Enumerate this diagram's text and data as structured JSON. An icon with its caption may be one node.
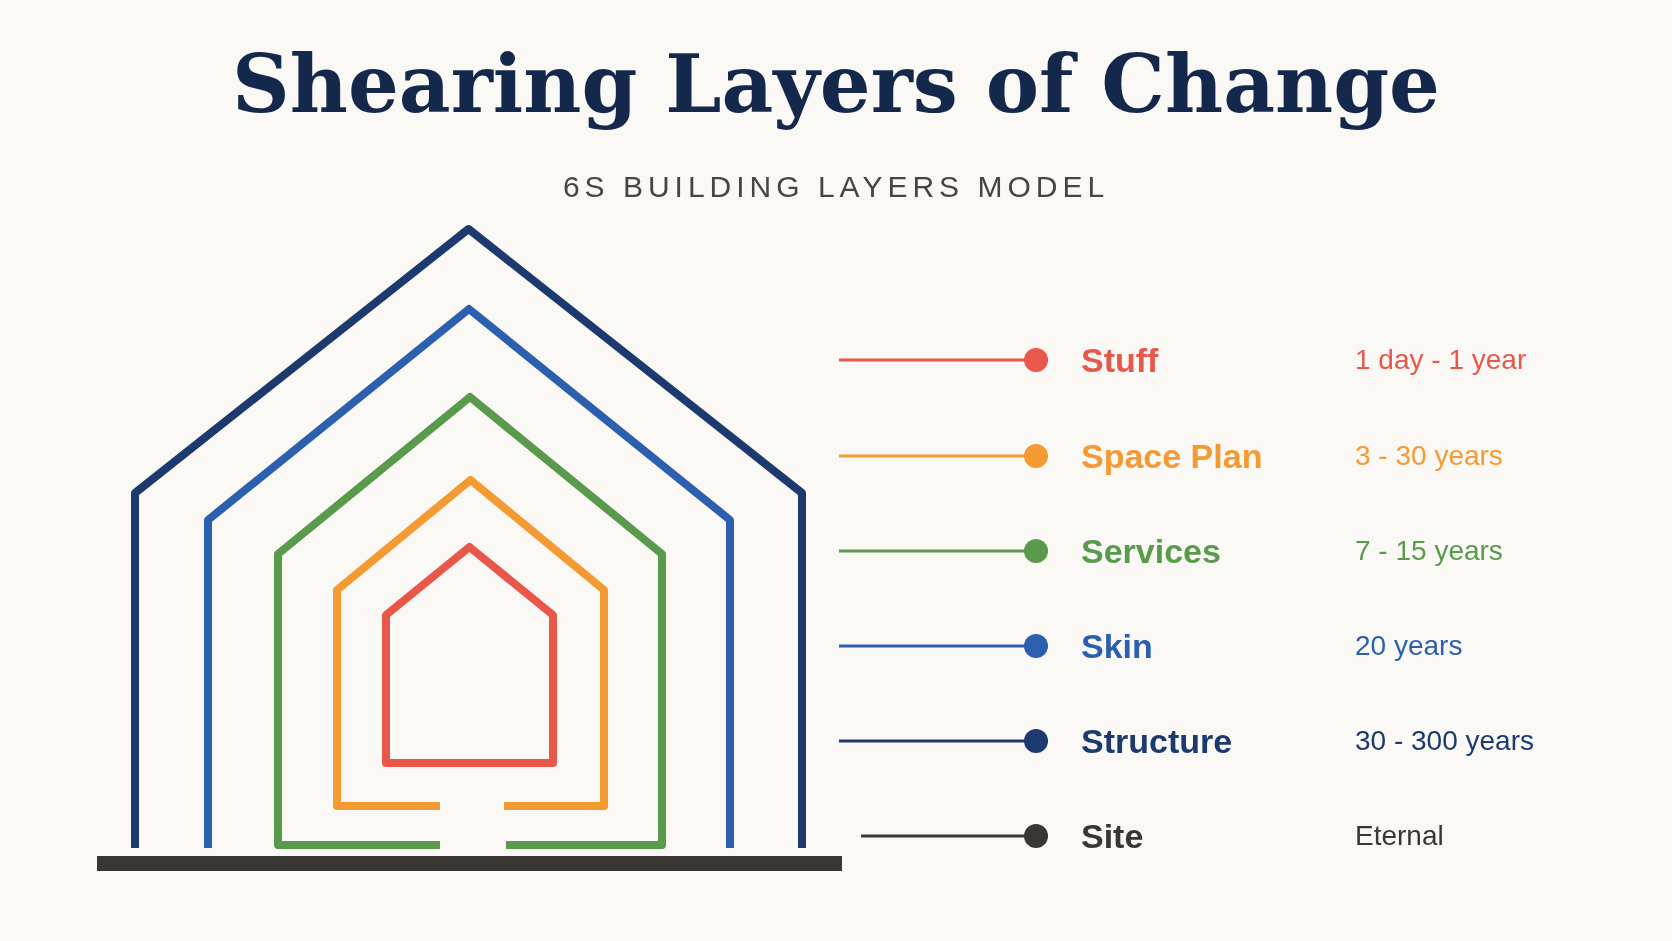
{
  "diagram": {
    "title": "Shearing Layers of Change",
    "labels": [
      "6S BUILDING LAYERS MODEL"
    ],
    "nodes": [
      {
        "text": [
          "Stuff",
          "1 day - 1 year"
        ]
      },
      {
        "text": [
          "Space Plan",
          "3 - 30 years"
        ]
      },
      {
        "text": [
          "Services",
          "7 - 15 years"
        ]
      },
      {
        "text": [
          "Skin",
          "20 years"
        ]
      },
      {
        "text": [
          "Structure",
          "30 - 300 years"
        ]
      },
      {
        "text": [
          "Site",
          "Eternal"
        ]
      }
    ],
    "edges": [
      {
        "from": null,
        "to": 0,
        "arrow": "other",
        "color": "#e8574a"
      },
      {
        "from": null,
        "to": 1,
        "arrow": "other",
        "color": "#f39a33"
      },
      {
        "from": null,
        "to": 2,
        "arrow": "other",
        "color": "#5a9a4c"
      },
      {
        "from": null,
        "to": 3,
        "arrow": "other",
        "color": "#2c5fae"
      },
      {
        "from": null,
        "to": 4,
        "arrow": "other",
        "color": "#1d3a6f"
      },
      {
        "from": null,
        "to": 5,
        "arrow": "other",
        "color": "#3a3634"
      }
    ]
  }
}
